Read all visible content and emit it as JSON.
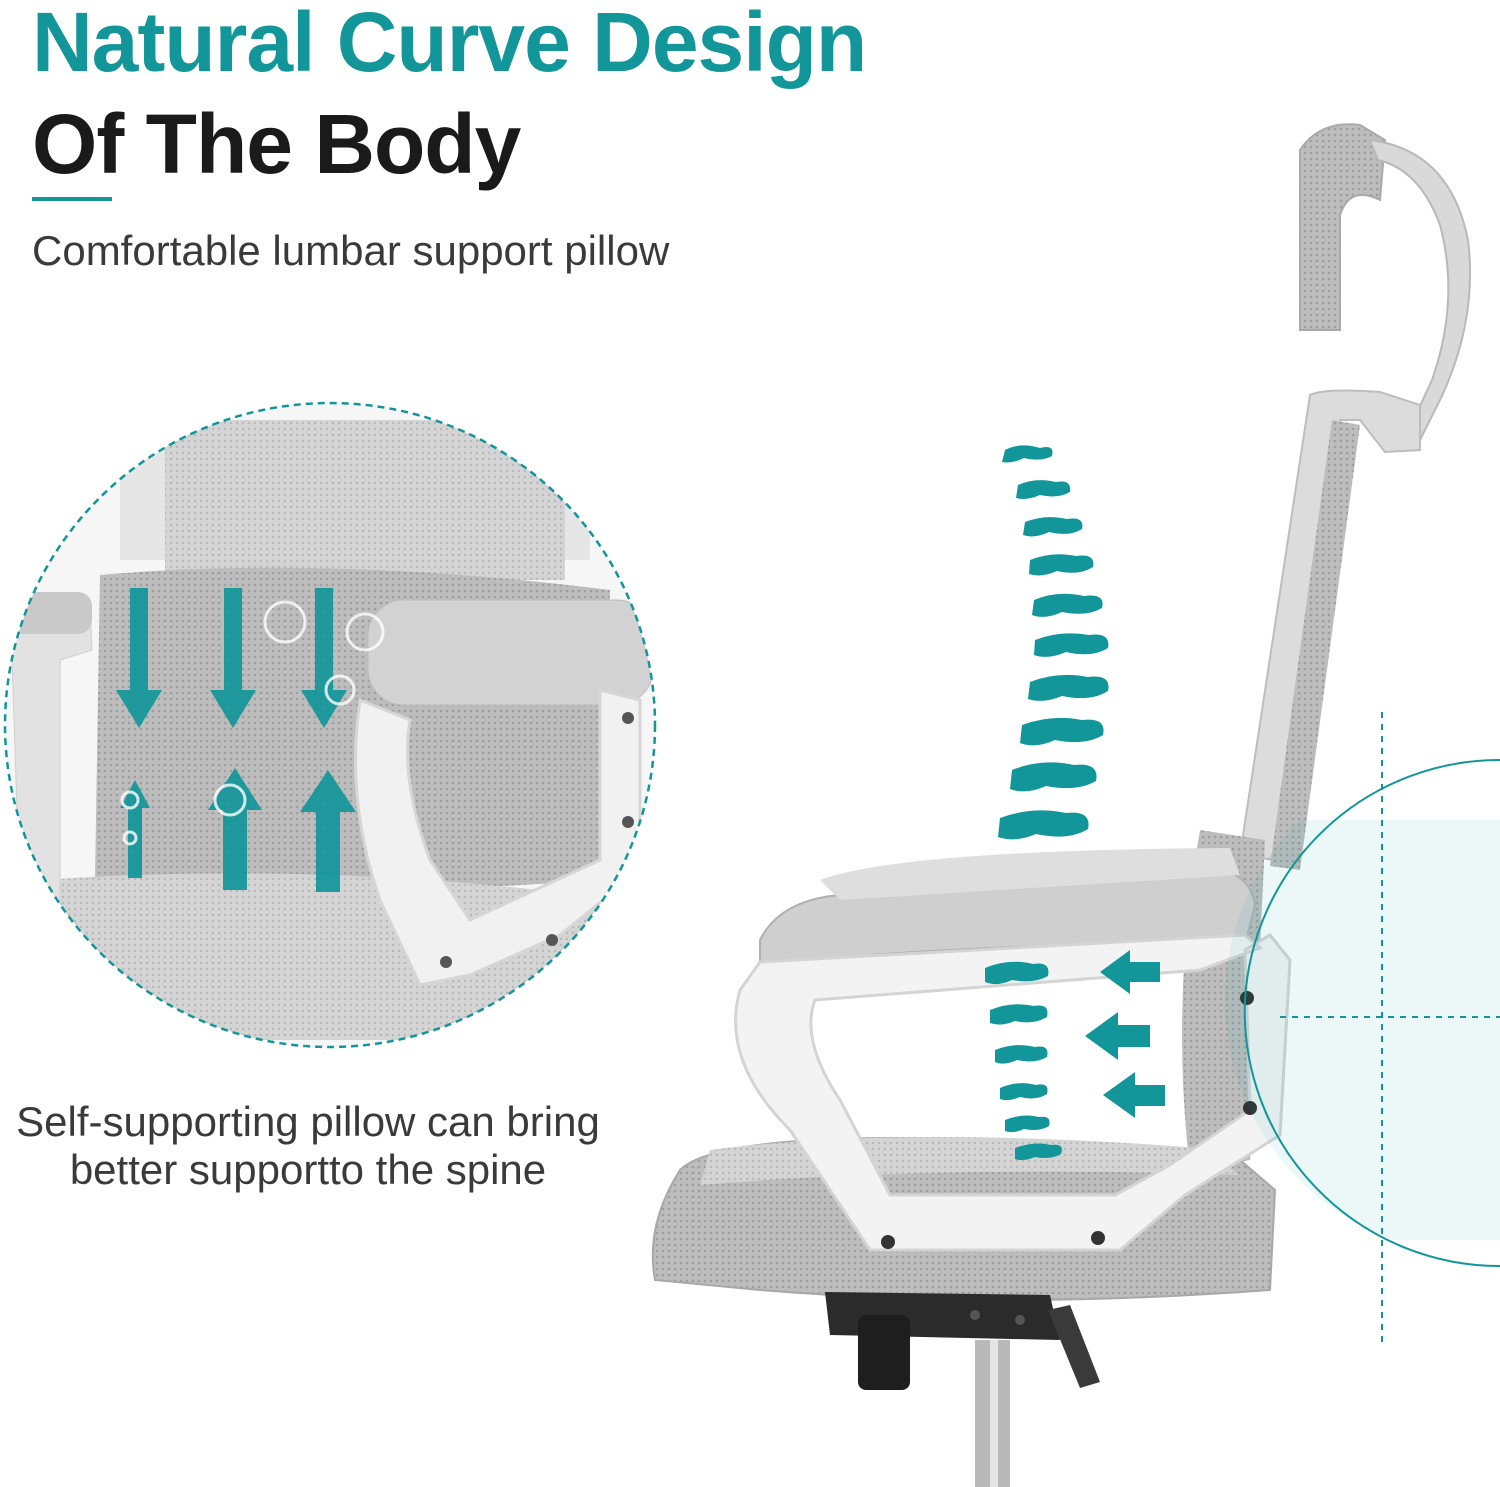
{
  "heading": {
    "line1": "Natural Curve Design",
    "line2": "Of The Body"
  },
  "subtitle": "Comfortable lumbar support pillow",
  "caption": {
    "line1": "Self-supporting pillow can bring",
    "line2": "better supportto the spine"
  },
  "colors": {
    "accent": "#12969a",
    "heading_dark": "#1a1a1a",
    "body_text": "#3a3a3a",
    "chair_gray": "#c9c9c9",
    "chair_white": "#f3f3f3",
    "mesh_gray": "#b3b3b3"
  },
  "icons": [
    "lumbar-zoom-inset",
    "spine-vertebrae-icon",
    "support-arrow-icon",
    "office-chair-illustration"
  ]
}
